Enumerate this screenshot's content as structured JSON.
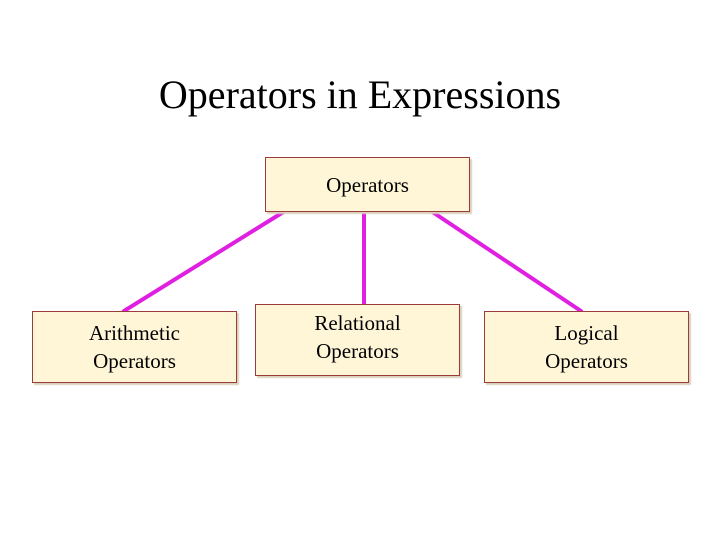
{
  "title": "Operators in Expressions",
  "diagram": {
    "root": {
      "label": "Operators"
    },
    "children": [
      {
        "line1": "Arithmetic",
        "line2": "Operators"
      },
      {
        "line1": "Relational",
        "line2": "Operators"
      },
      {
        "line1": "Logical",
        "line2": "Operators"
      }
    ]
  },
  "colors": {
    "connector": "#e020e0",
    "box_fill": "#fff5d7",
    "box_border": "#9b3b3b"
  }
}
